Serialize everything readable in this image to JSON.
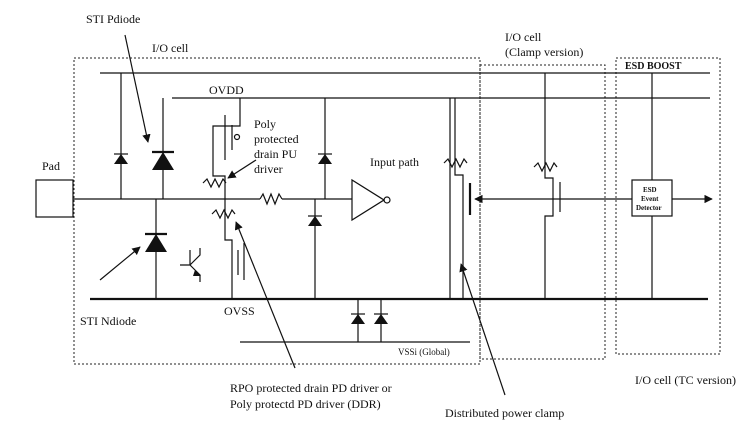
{
  "labels": {
    "sti_pdiode": "STI Pdiode",
    "io_cell": "I/O cell",
    "io_cell_clamp_line1": "I/O cell",
    "io_cell_clamp_line2": "(Clamp version)",
    "esd_boost": "ESD BOOST",
    "ovdd": "OVDD",
    "poly_pu_1": "Poly",
    "poly_pu_2": "protected",
    "poly_pu_3": "drain PU",
    "poly_pu_4": "driver",
    "input_path": "Input path",
    "pad": "Pad",
    "esd_det_1": "ESD",
    "esd_det_2": "Event",
    "esd_det_3": "Detector",
    "sti_ndiode": "STI Ndiode",
    "ovss": "OVSS",
    "vssi": "VSSi (Global)",
    "io_cell_tc": "I/O cell (TC version)",
    "rpo_1": "RPO protected drain PD driver or",
    "rpo_2": "Poly protectd PD driver (DDR)",
    "distributed_clamp": "Distributed power clamp"
  }
}
